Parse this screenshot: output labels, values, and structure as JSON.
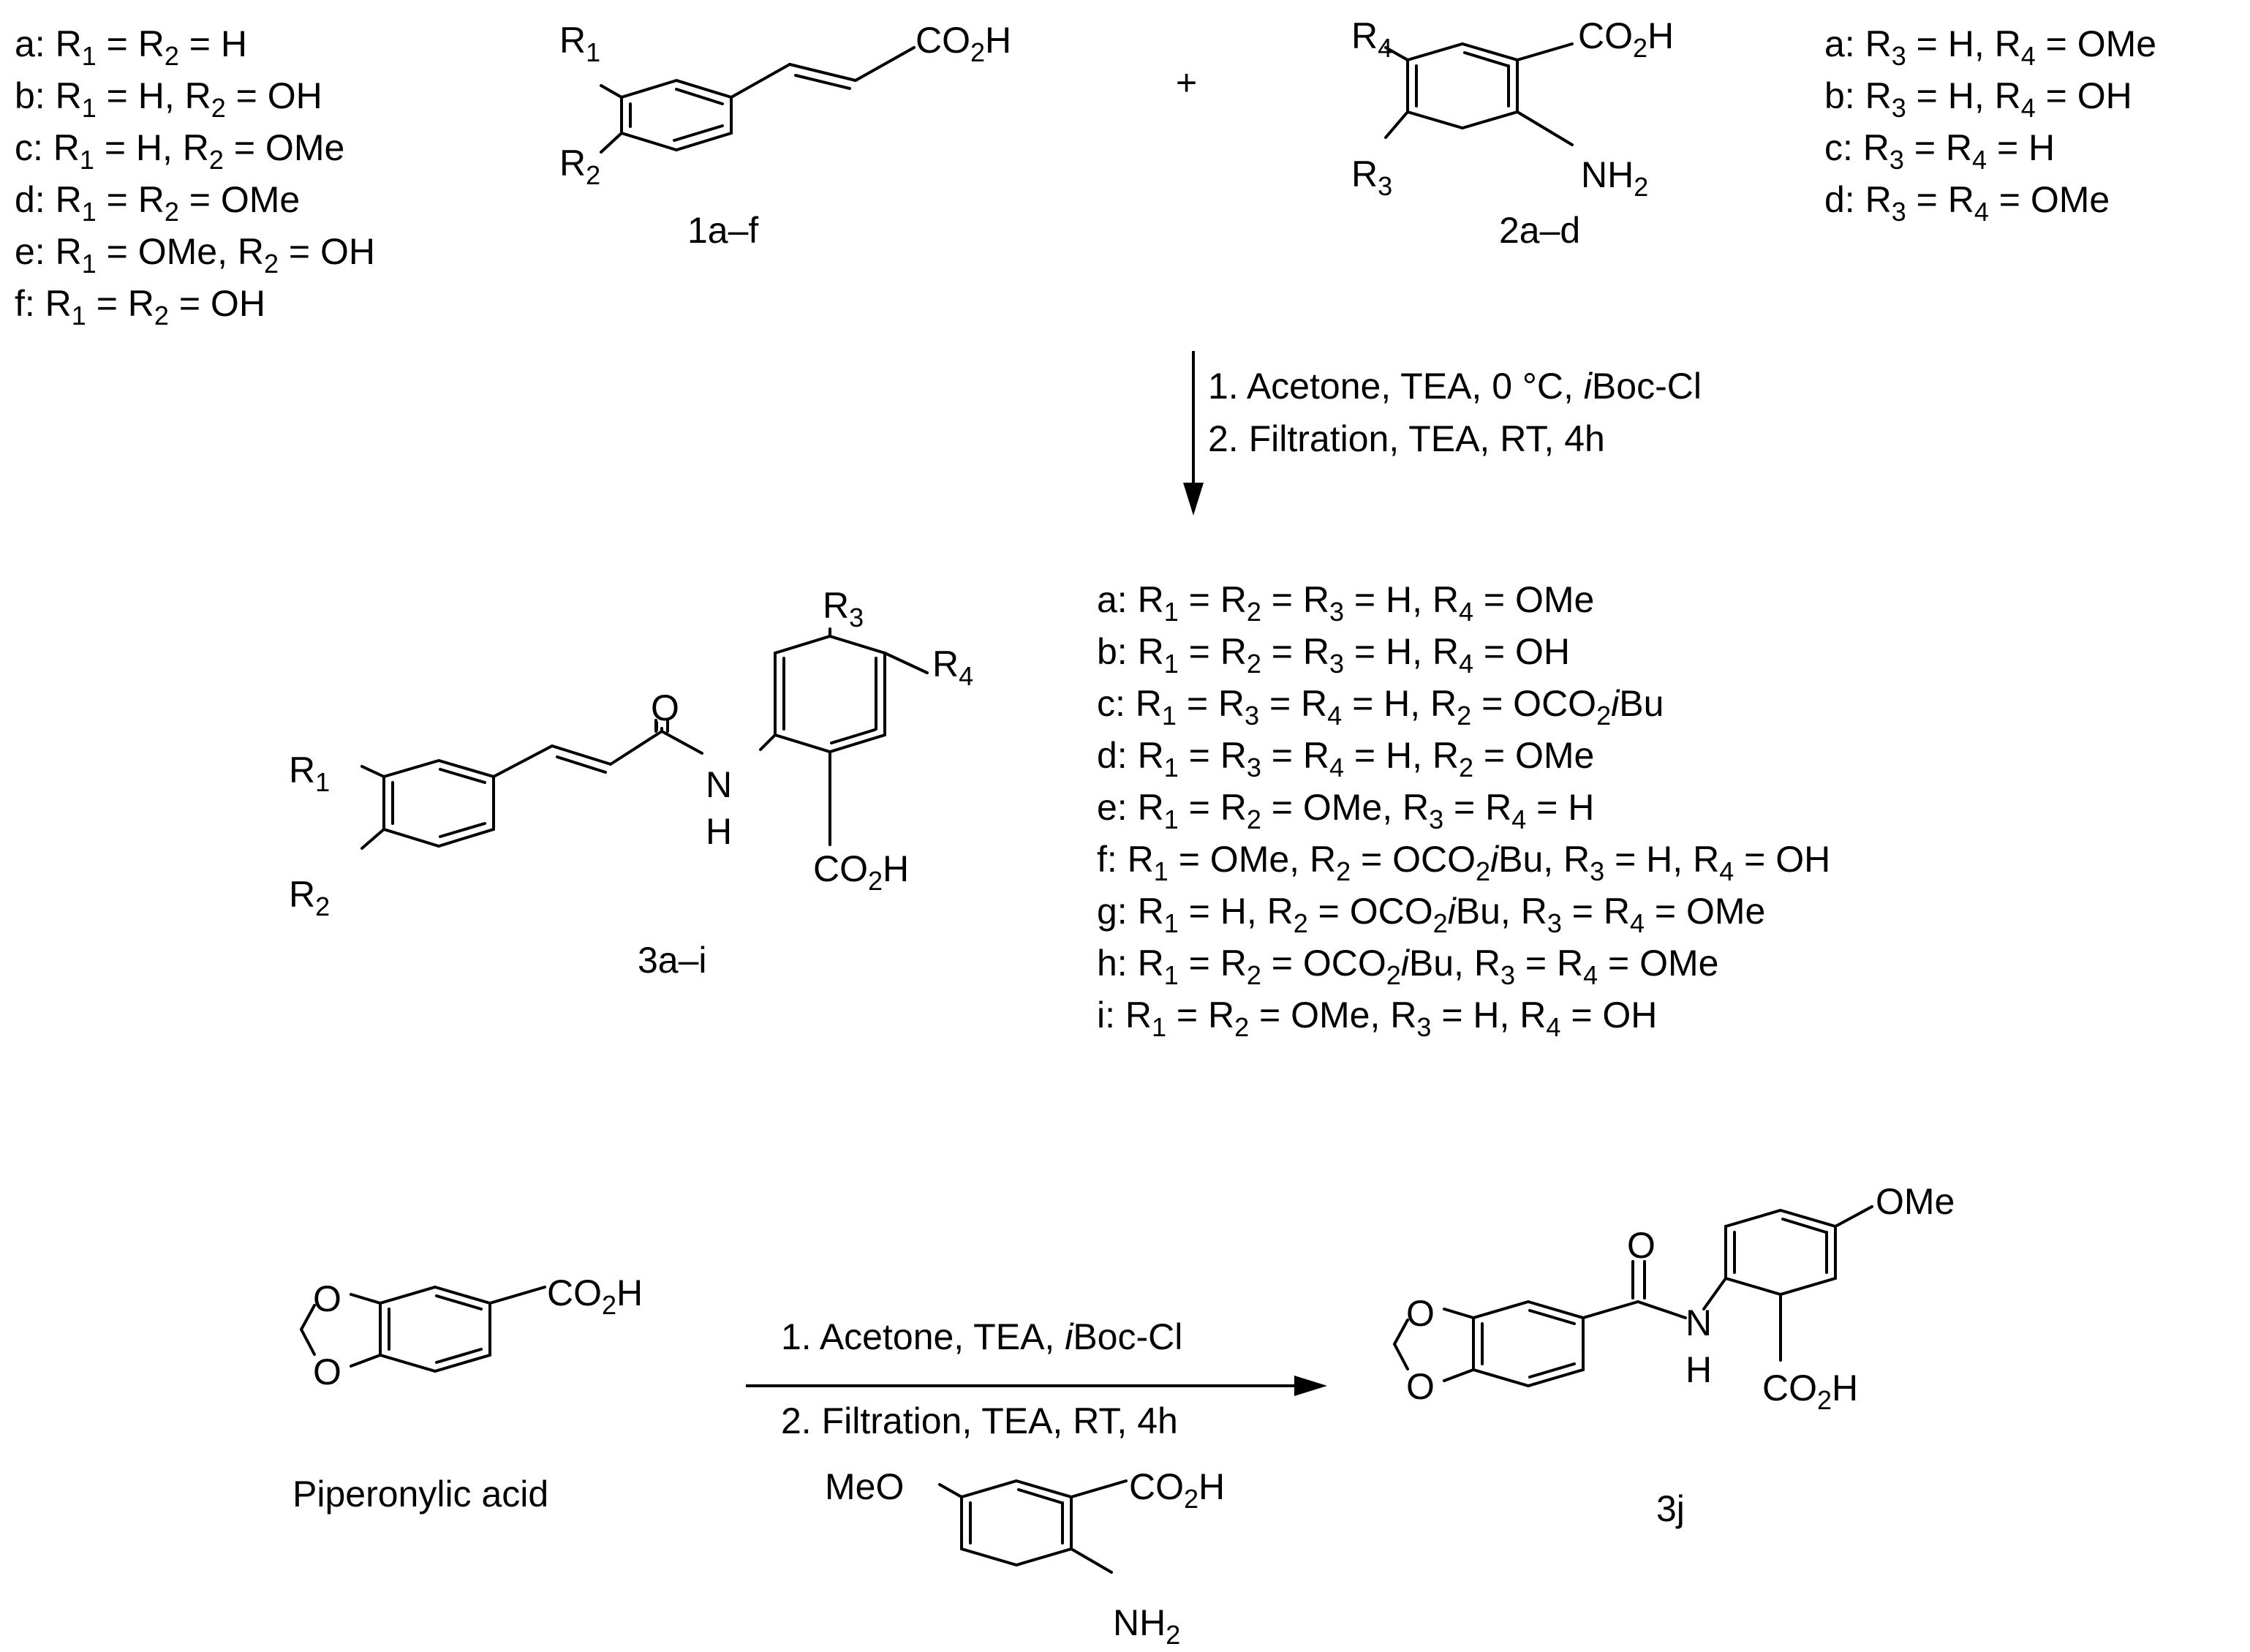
{
  "compound_labels": {
    "c1": "1a–f",
    "c2": "2a–d",
    "c3": "3a–i",
    "piperonylic": "Piperonylic acid",
    "c3j": "3j"
  },
  "plus_sign": "+",
  "atoms": {
    "co2h": "CO2H",
    "nh2": "NH2",
    "r1": "R1",
    "r2": "R2",
    "r3": "R3",
    "r4": "R4",
    "o": "O",
    "n": "N",
    "h": "H",
    "ome": "OMe",
    "meo": "MeO"
  },
  "substituents_1": [
    "a: R1 = R2 = H",
    "b: R1 = H, R2 = OH",
    "c: R1 = H, R2 = OMe",
    "d: R1 = R2 = OMe",
    "e: R1 = OMe, R2 = OH",
    "f:  R1 = R2 = OH"
  ],
  "substituents_2": [
    "a: R3 = H, R4 = OMe",
    "b: R3 = H, R4 = OH",
    "c: R3 = R4 = H",
    "d: R3 = R4 = OMe"
  ],
  "conditions_1": [
    "1. Acetone, TEA, 0 °C,  iBoc-Cl",
    "2. Filtration, TEA, RT, 4h"
  ],
  "substituents_3": [
    "a: R1 = R2 = R3 = H, R4 = OMe",
    "b: R1 = R2 = R3 = H, R4 = OH",
    "c: R1 = R3 = R4 = H, R2 = OCO2iBu",
    "d: R1 = R3 = R4 = H, R2 = OMe",
    "e: R1 = R2 = OMe, R3 = R4 = H",
    "f:  R1 = OMe, R2 = OCO2iBu, R3 = H, R4 = OH",
    "g: R1 = H, R2 = OCO2iBu, R3 = R4 = OMe",
    "h: R1 = R2 = OCO2iBu, R3 = R4 = OMe",
    "i:  R1 = R2 = OMe, R3 = H, R4 = OH"
  ],
  "conditions_2": [
    "1. Acetone, TEA, iBoc-Cl",
    "2. Filtration, TEA, RT, 4h"
  ]
}
